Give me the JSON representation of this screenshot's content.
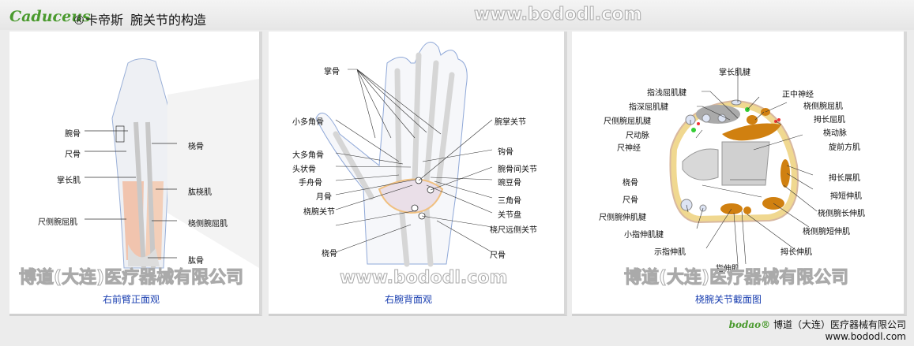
{
  "header": {
    "logo": "Caduceus",
    "brand": "®卡帝斯",
    "title": "腕关节的构造"
  },
  "panel1": {
    "caption": "右前臂正面观",
    "labels": [
      "腕骨",
      "尺骨",
      "掌长肌",
      "尺侧腕屈肌",
      "桡骨",
      "肱桡肌",
      "桡侧腕屈肌",
      "肱骨"
    ]
  },
  "panel2": {
    "caption": "右腕背面观",
    "labels": [
      "掌骨",
      "小多角骨",
      "大多角骨",
      "头状骨",
      "手舟骨",
      "月骨",
      "桡腕关节",
      "桡骨",
      "腕掌关节",
      "钩骨",
      "腕骨间关节",
      "豌豆骨",
      "三角骨",
      "关节盘",
      "桡尺远侧关节",
      "尺骨"
    ]
  },
  "panel3": {
    "caption": "桡腕关节截面图",
    "labels": [
      "掌长肌腱",
      "指浅屈肌腱",
      "指深屈肌腱",
      "尺侧腕屈肌腱",
      "尺动脉",
      "尺神经",
      "桡骨",
      "尺骨",
      "尺侧腕伸肌腱",
      "小指伸肌腱",
      "示指伸肌",
      "指伸肌",
      "正中神经",
      "桡侧腕屈肌",
      "拇长屈肌",
      "桡动脉",
      "旋前方肌",
      "拇长展肌",
      "拇短伸肌",
      "桡侧腕长伸肌",
      "桡侧腕短伸肌",
      "拇长伸肌"
    ]
  },
  "watermark": {
    "company": "博道(大连)医疗器械有限公司",
    "url": "www.bododl.com"
  },
  "footer": {
    "logo": "bodao®",
    "company": "博道（大连）医疗器械有限公司",
    "url": "www.bododl.com"
  },
  "colors": {
    "caption": "#1a3fb0",
    "muscle": "#d08010",
    "tendon": "#dde4f4",
    "logo": "#4a9a2e"
  }
}
